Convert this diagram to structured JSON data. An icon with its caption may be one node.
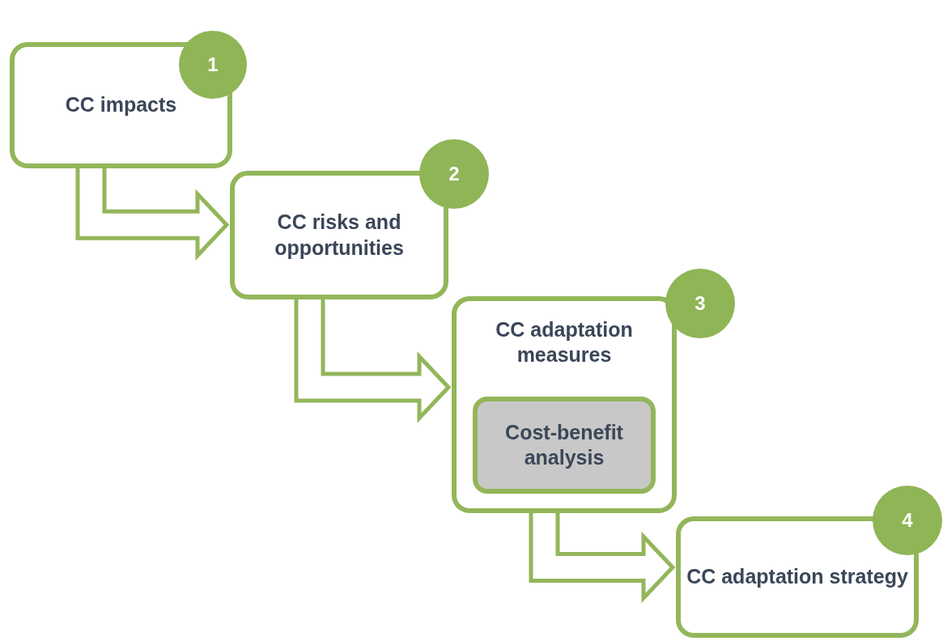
{
  "diagram": {
    "nodes": [
      {
        "text": [
          "1"
        ]
      },
      {
        "text": [
          "CC impacts"
        ]
      },
      {
        "text": [
          "2"
        ]
      },
      {
        "text": [
          "CC risks and opportunities"
        ]
      },
      {
        "text": [
          "3"
        ]
      },
      {
        "text": [
          "CC adaptation measures"
        ]
      },
      {
        "text": [
          "Cost-benefit analysis"
        ],
        "in": 5
      },
      {
        "text": [
          "4"
        ]
      },
      {
        "text": [
          "CC adaptation strategy"
        ]
      }
    ],
    "edges": [
      {
        "from": 1,
        "to": 3,
        "arrow": "to"
      },
      {
        "from": 3,
        "to": 5,
        "arrow": "to"
      },
      {
        "from": 5,
        "to": 8,
        "arrow": "to"
      }
    ]
  }
}
